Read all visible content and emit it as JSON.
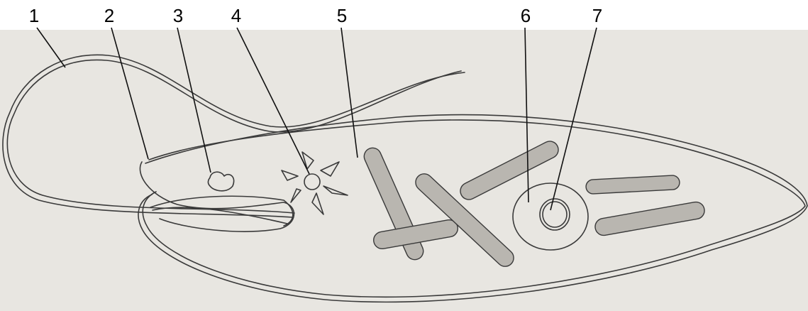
{
  "labels": [
    "1",
    "2",
    "3",
    "4",
    "5",
    "6",
    "7"
  ],
  "colors": {
    "paper": "#e8e6e1",
    "ink": "#3a3a3a",
    "label": "#000000",
    "chloroplast_fill": "#b9b6b0"
  }
}
